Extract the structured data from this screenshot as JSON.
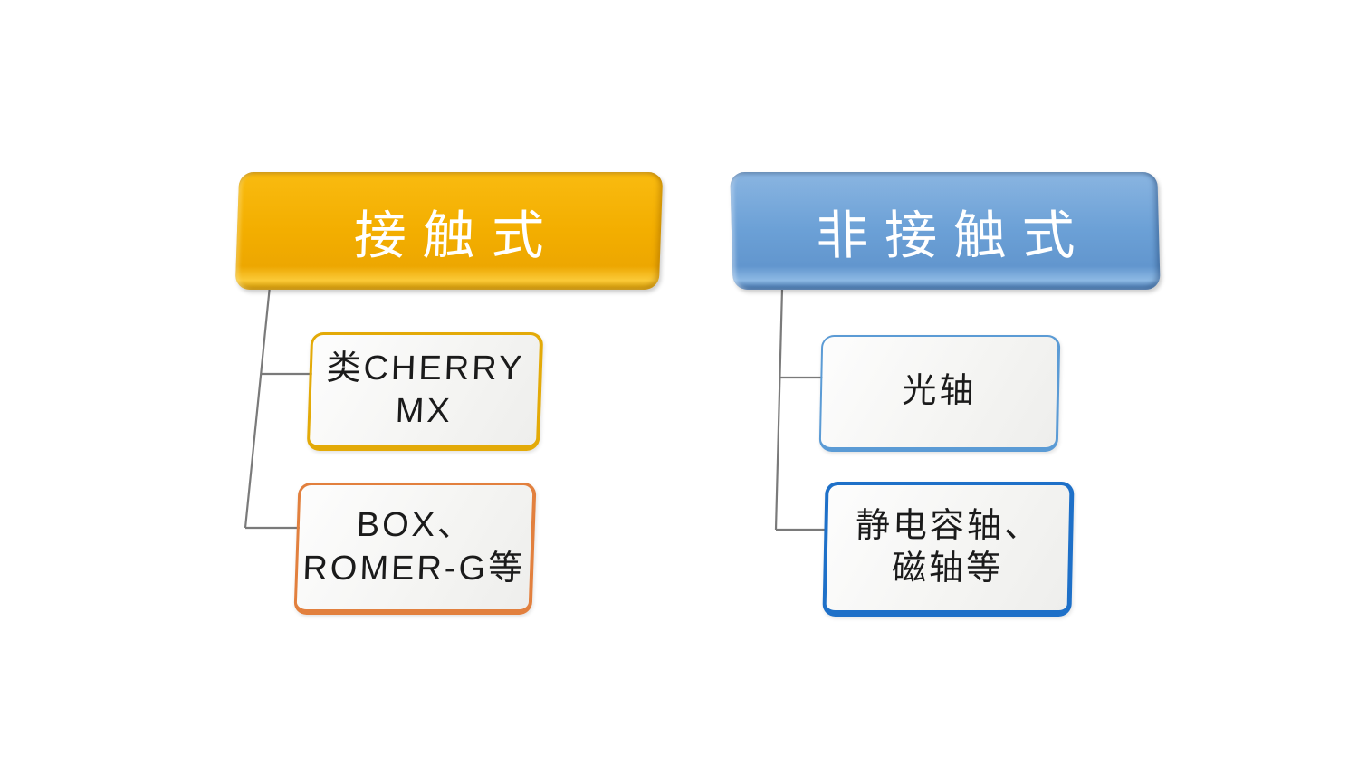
{
  "diagram": {
    "type": "hierarchy",
    "background": "#ffffff",
    "connector_color": "#7a7a7a",
    "groups": [
      {
        "root": {
          "label": "接触式",
          "fill": "#F2AE00",
          "text_color": "#ffffff"
        },
        "children": [
          {
            "label": "类CHERRY\nMX",
            "fill": "#F5F5F3",
            "border_color": "#E3AA08",
            "text_color": "#1b1b1b"
          },
          {
            "label": "BOX、\nROMER-G等",
            "fill": "#F5F5F3",
            "border_color": "#E2803E",
            "text_color": "#1b1b1b"
          }
        ]
      },
      {
        "root": {
          "label": "非接触式",
          "fill": "#6BA0D6",
          "text_color": "#ffffff"
        },
        "children": [
          {
            "label": "光轴",
            "fill": "#F5F5F3",
            "border_color": "#5B9BD5",
            "text_color": "#1b1b1b"
          },
          {
            "label": "静电容轴、\n磁轴等",
            "fill": "#F5F5F3",
            "border_color": "#1E70C8",
            "text_color": "#1b1b1b"
          }
        ]
      }
    ]
  }
}
